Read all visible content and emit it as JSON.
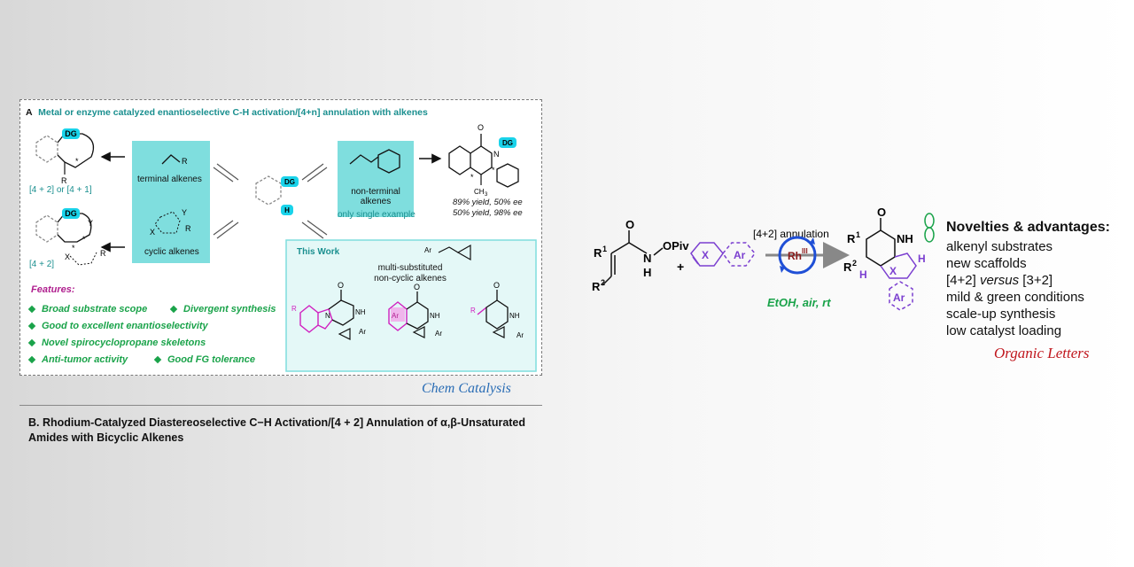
{
  "panelA": {
    "label": "A",
    "title": "Metal or enzyme catalyzed enantioselective C-H activation/[4+n] annulation with alkenes",
    "dg": "DG",
    "h": "H",
    "r": "R",
    "star": "*",
    "x": "X",
    "y": "Y",
    "left_top_caption": "[4 + 2] or [4 + 1]",
    "left_bottom_caption": "[4 + 2]",
    "terminal_alkenes": "terminal alkenes",
    "cyclic_alkenes": "cyclic alkenes",
    "non_terminal_line1": "non-terminal",
    "non_terminal_line2": "alkenes",
    "only_single_example": "only single example",
    "product_o": "O",
    "product_n": "N",
    "product_ch3": "CH",
    "product_ch3_sub": "3",
    "yield1": "89% yield, 50% ee",
    "yield2": "50% yield, 98% ee",
    "features_title": "Features:",
    "features": [
      "Broad substrate scope",
      "Divergent synthesis",
      "Good to excellent enantioselectivity",
      "Novel spirocyclopropane skeletons",
      "Anti-tumor activity",
      "Good FG tolerance"
    ],
    "this_work": {
      "title": "This Work",
      "ar": "Ar",
      "line1": "multi-substituted",
      "line2": "non-cyclic alkenes",
      "o": "O",
      "nh": "NH",
      "n": "N",
      "r": "R"
    }
  },
  "journal_a": "Chem Catalysis",
  "panelB": {
    "title_line1": "B. Rhodium-Catalyzed Diastereoselective C−H Activation/[4 + 2] Annulation of α,β-Unsaturated",
    "title_line2": "Amides with Bicyclic Alkenes"
  },
  "scheme": {
    "r1": "R",
    "r1_sup": "1",
    "r2": "R",
    "r2_sup": "2",
    "o": "O",
    "n": "N",
    "h": "H",
    "opiv": "OPiv",
    "plus": "+",
    "x": "X",
    "ar": "Ar",
    "annulation_label": "[4+2] annulation",
    "catalyst": "Rh",
    "catalyst_sup": "III",
    "conditions": "EtOH, air, rt",
    "nh": "NH"
  },
  "novelties": {
    "title": "Novelties & advantages:",
    "items": [
      "alkenyl substrates",
      "new scaffolds",
      "[4+2] ",
      "mild & green conditions",
      "scale-up synthesis",
      "low catalyst loading"
    ],
    "versus": "versus",
    "versus_tail": " [3+2]"
  },
  "journal_b": "Organic Letters",
  "colors": {
    "teal_box": "#7fdede",
    "teal_text": "#1a8f8f",
    "green": "#1aa34a",
    "magenta": "#b0208f",
    "purple": "#7b3fd0",
    "cyan_badge": "#19d3ea",
    "blue_journal": "#2a6db5",
    "red_journal": "#c0161d",
    "rh_blue": "#1f4fd6"
  }
}
